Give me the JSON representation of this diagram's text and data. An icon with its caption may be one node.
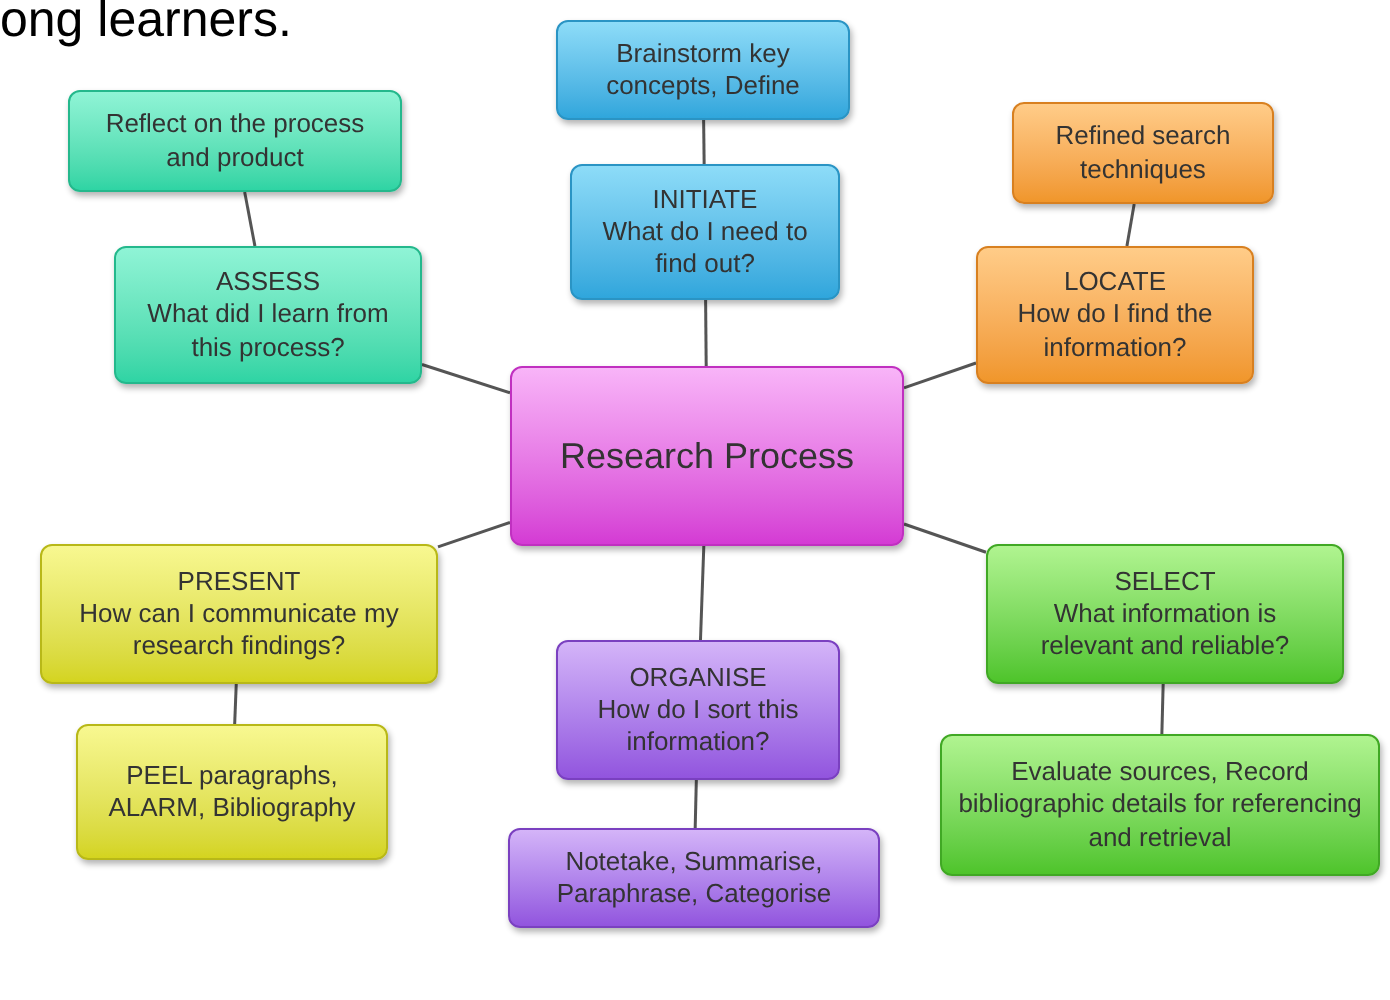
{
  "diagram": {
    "nodes": [
      {
        "text": [
          "Research Process"
        ]
      },
      {
        "text": [
          "Brainstorm key concepts, Define"
        ]
      },
      {
        "text": [
          "INITIATE",
          "What do I need to find out?"
        ]
      },
      {
        "text": [
          "Reflect on the process and product"
        ]
      },
      {
        "text": [
          "ASSESS",
          "What did I learn from this process?"
        ]
      },
      {
        "text": [
          "Refined search techniques"
        ]
      },
      {
        "text": [
          "LOCATE",
          "How do I find the information?"
        ]
      },
      {
        "text": [
          "PRESENT",
          "How can I communicate my research findings?"
        ]
      },
      {
        "text": [
          "SELECT",
          "What information is relevant and reliable?"
        ]
      },
      {
        "text": [
          "ORGANISE",
          "How do I sort this information?"
        ]
      },
      {
        "text": [
          "PEEL paragraphs, ALARM, Bibliography"
        ]
      },
      {
        "text": [
          "Evaluate sources, Record bibliographic details for referencing and retrieval"
        ]
      },
      {
        "text": [
          "Notetake, Summarise, Paraphrase, Categorise"
        ]
      }
    ],
    "edges": [
      {
        "from": 0,
        "to": 2,
        "arrow": "none"
      },
      {
        "from": 2,
        "to": 1,
        "arrow": "none"
      },
      {
        "from": 0,
        "to": 4,
        "arrow": "none"
      },
      {
        "from": 4,
        "to": 3,
        "arrow": "none"
      },
      {
        "from": 0,
        "to": 6,
        "arrow": "none"
      },
      {
        "from": 6,
        "to": 5,
        "arrow": "none"
      },
      {
        "from": 0,
        "to": 7,
        "arrow": "none"
      },
      {
        "from": 7,
        "to": 10,
        "arrow": "none"
      },
      {
        "from": 0,
        "to": 8,
        "arrow": "none"
      },
      {
        "from": 8,
        "to": 11,
        "arrow": "none"
      },
      {
        "from": 0,
        "to": 9,
        "arrow": "none"
      },
      {
        "from": 9,
        "to": 12,
        "arrow": "none"
      }
    ],
    "labels": [
      "ong learners."
    ]
  }
}
